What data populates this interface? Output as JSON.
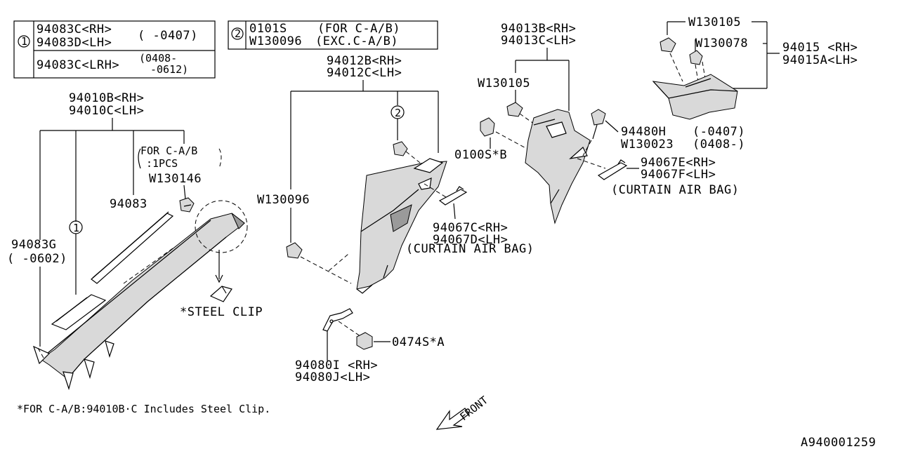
{
  "legend_box_1": {
    "marker": "1",
    "row1_part_rh": "94083C<RH>",
    "row1_part_lh": "94083D<LH>",
    "row1_range": "( -0407)",
    "row2_part": "94083C<LRH>",
    "row2_range_a": "(0408-",
    "row2_range_b": "-0612)"
  },
  "legend_box_2": {
    "marker": "2",
    "row1_part": "0101S",
    "row1_note": "(FOR C-A/B)",
    "row2_part": "W130096",
    "row2_note": "(EXC.C-A/B)"
  },
  "labels": {
    "p94010_rh": "94010B<RH>",
    "p94010_lh": "94010C<LH>",
    "note_ca_b_a": "FOR C-A/B",
    "note_ca_b_b": ":1PCS",
    "w130146": "W130146",
    "p94083": "94083",
    "p94083g": "94083G",
    "p94083g_range": "( -0602)",
    "marker_1": "1",
    "steel_clip": "*STEEL CLIP",
    "p94012_rh": "94012B<RH>",
    "p94012_lh": "94012C<LH>",
    "marker_2": "2",
    "w130096": "W130096",
    "p94067c": "94067C<RH>",
    "p94067d": "94067D<LH>",
    "curtain_airbag_1": "(CURTAIN AIR BAG)",
    "p94080i": "94080I <RH>",
    "p94080j": "94080J<LH>",
    "p0474s": "0474S*A",
    "p94013_rh": "94013B<RH>",
    "p94013_lh": "94013C<LH>",
    "w130105_a": "W130105",
    "p0100s": "0100S*B",
    "p94480h": "94480H",
    "p94480h_range": "(-0407)",
    "w130023": "W130023",
    "w130023_range": "(0408-)",
    "p94067e": "94067E<RH>",
    "p94067f": "94067F<LH>",
    "curtain_airbag_2": "(CURTAIN AIR BAG)",
    "w130105_b": "W130105",
    "w130078": "W130078",
    "p94015_rh": "94015 <RH>",
    "p94015_lh": "94015A<LH>",
    "front": "FRONT"
  },
  "footnote": "*FOR C-A/B:94010B·C Includes Steel Clip.",
  "diagram_id": "A940001259"
}
